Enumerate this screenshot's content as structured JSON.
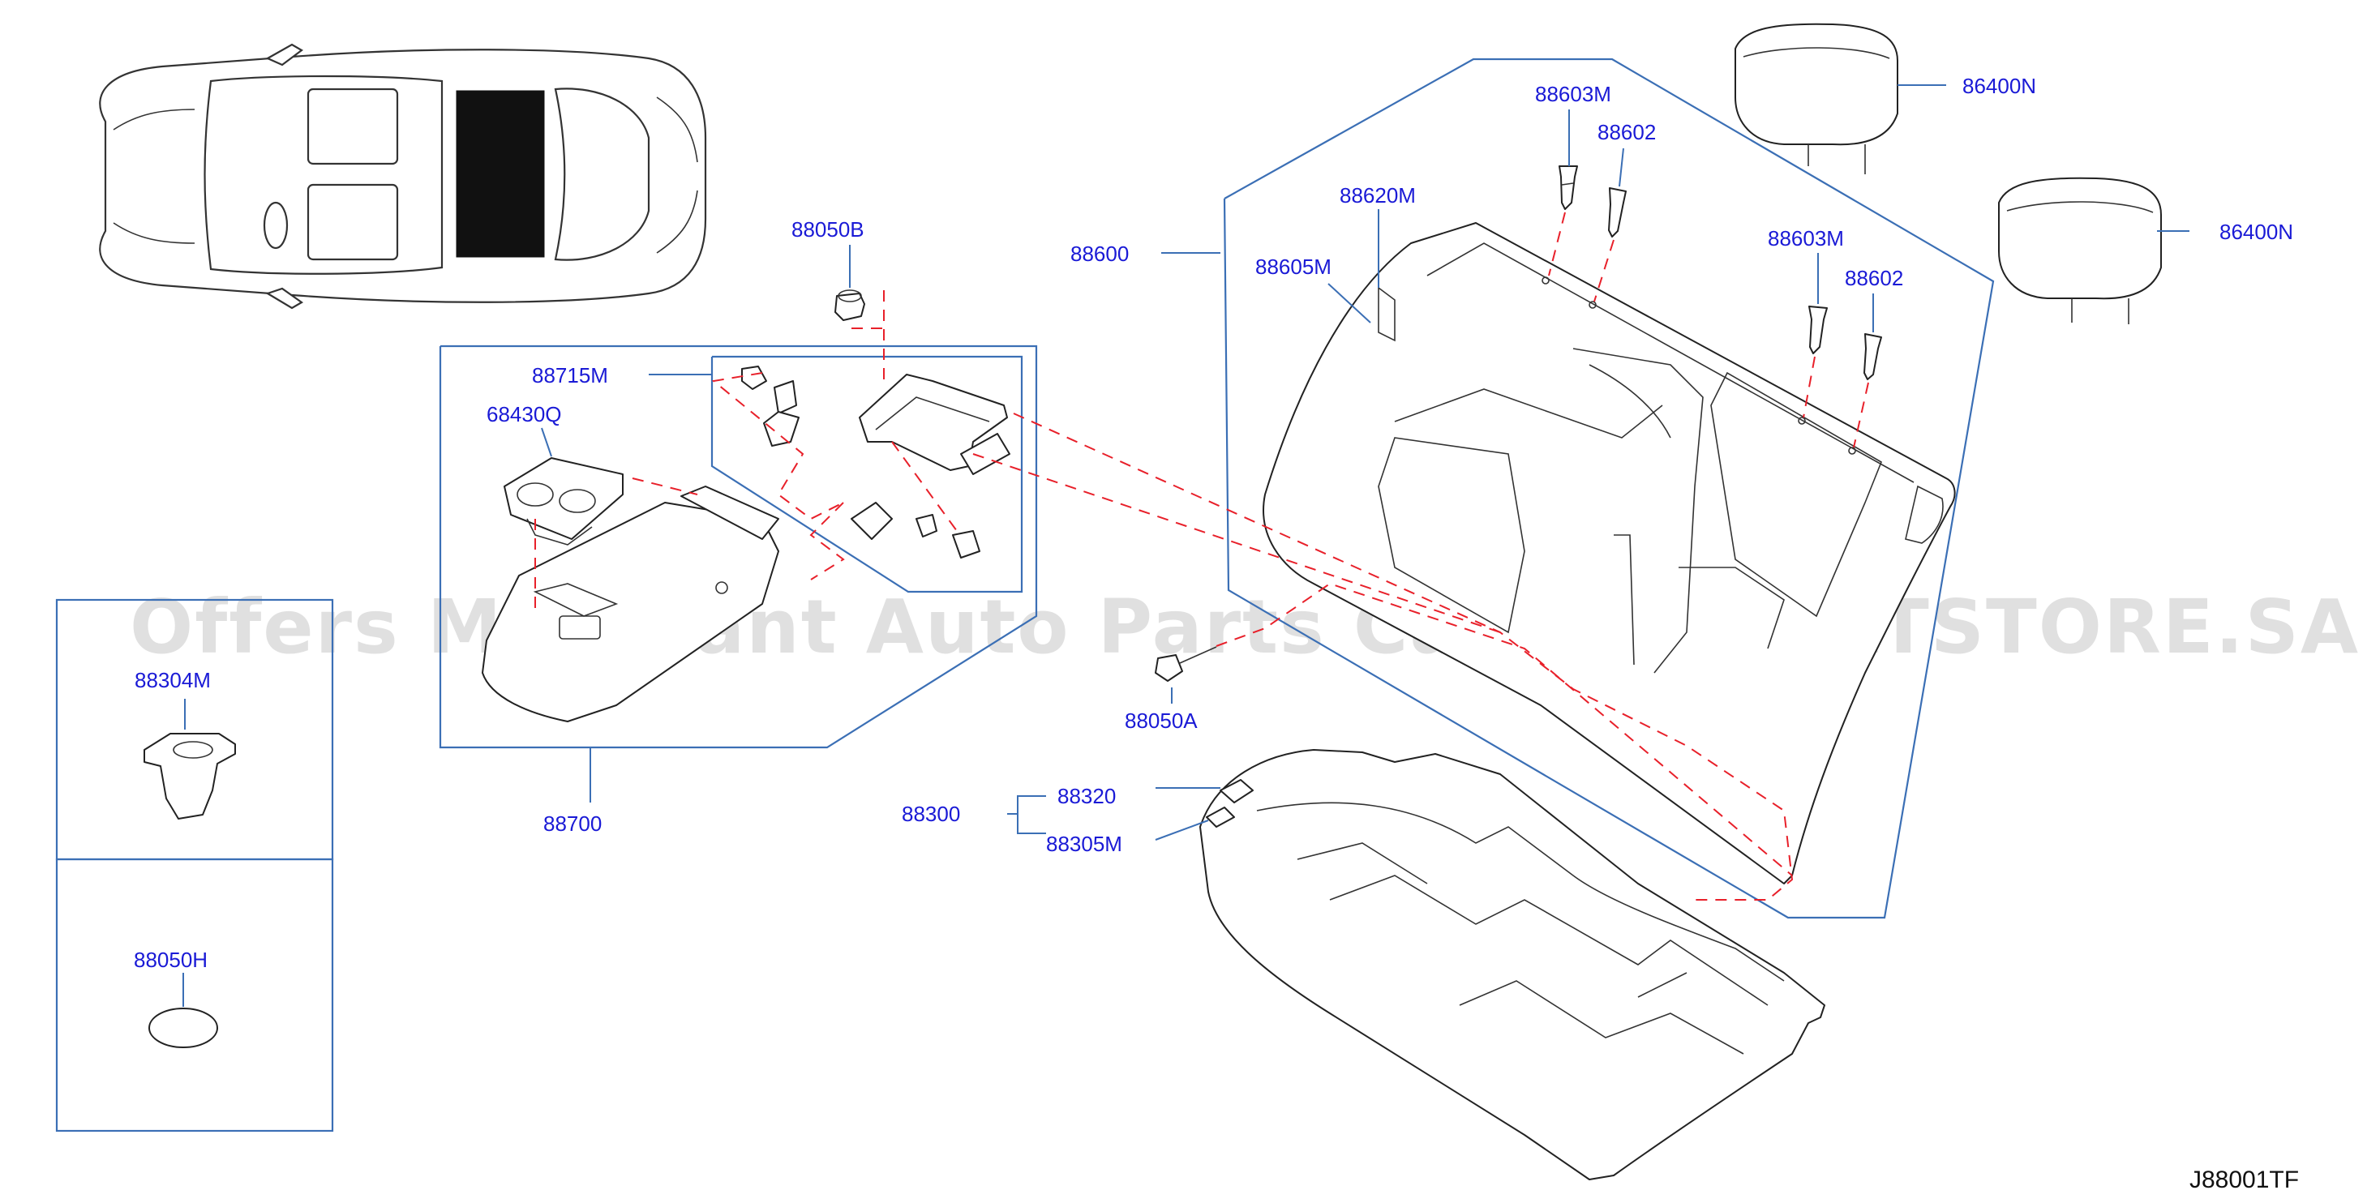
{
  "watermark": "Offers Merchant Auto Parts Catalog PARTSTORE.SA",
  "drawing_code": "J88001TF",
  "colors": {
    "label": "#1a1ad6",
    "leader": "#3b6fb5",
    "hidden_line": "#e8202a",
    "watermark": "#c8c8c8"
  },
  "labels": {
    "p88603m_a": "88603M",
    "p88602_a": "88602",
    "p86400n_a": "86400N",
    "p88620m": "88620M",
    "p88600": "88600",
    "p88605m": "88605M",
    "p88603m_b": "88603M",
    "p88602_b": "88602",
    "p86400n_b": "86400N",
    "p88050b": "88050B",
    "p88715m": "88715M",
    "p68430q": "68430Q",
    "p88050a": "88050A",
    "p88700": "88700",
    "p88304m": "88304M",
    "p88050h": "88050H",
    "p88300": "88300",
    "p88320": "88320",
    "p88305m": "88305M"
  }
}
